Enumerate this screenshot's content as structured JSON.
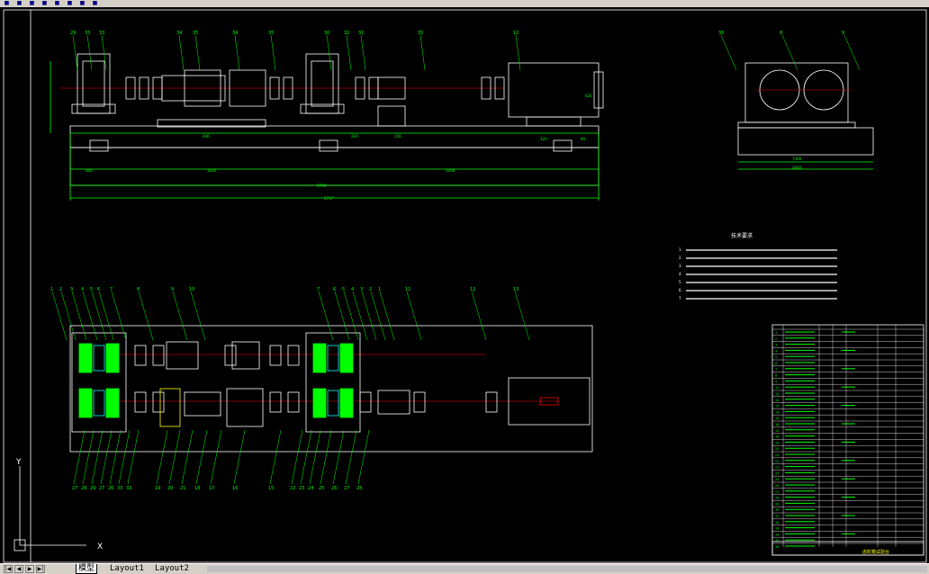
{
  "app": {
    "toolbar_icons": [
      "save-icon",
      "print-icon",
      "undo-icon",
      "redo-icon",
      "pan-icon",
      "zoom-icon",
      "properties-icon",
      "layer-icon"
    ]
  },
  "tabs": [
    {
      "label": "模型",
      "active": true
    },
    {
      "label": "Layout1",
      "active": false
    },
    {
      "label": "Layout2",
      "active": false
    }
  ],
  "nav_buttons": [
    "|◀",
    "◀",
    "▶",
    "▶|"
  ],
  "ucs": {
    "x_label": "X",
    "y_label": "Y"
  },
  "colors": {
    "background": "#000000",
    "frame": "#ffffff",
    "parts": "#ffffff",
    "leaders": "#00ff00",
    "dimensions": "#00ff00",
    "centerlines": "#ff0000",
    "highlight_yellow": "#ffff00",
    "highlight_green": "#00ff00",
    "highlight_cyan": "#00ffff",
    "table_text": "#00ff00"
  },
  "drawing": {
    "front_view_labels": [
      "29",
      "33",
      "33",
      "34",
      "35",
      "34",
      "35",
      "30",
      "32",
      "31",
      "35",
      "12"
    ],
    "front_dimensions": [
      "5757",
      "5760",
      "3205",
      "3206",
      "300",
      "446",
      "220",
      "156",
      "320",
      "90",
      "626"
    ],
    "side_view_labels": [
      "36",
      "8",
      "9"
    ],
    "side_dimensions": [
      "7300",
      "4800"
    ],
    "plan_top_labels": [
      "1",
      "2",
      "3",
      "4",
      "5",
      "6",
      "7",
      "8",
      "9",
      "10",
      "7",
      "6",
      "5",
      "4",
      "3",
      "2",
      "1",
      "11",
      "12",
      "13"
    ],
    "plan_bottom_labels": [
      "27",
      "28",
      "29",
      "27",
      "26",
      "33",
      "32",
      "19",
      "20",
      "21",
      "18",
      "17",
      "16",
      "15",
      "22",
      "23",
      "24",
      "25",
      "26",
      "27",
      "28"
    ],
    "notes_title": "技术要求",
    "notes": [
      "1.",
      "2.",
      "3.",
      "4.",
      "5.",
      "6.",
      "7."
    ],
    "title_block_text": "齿轮箱试验台"
  }
}
